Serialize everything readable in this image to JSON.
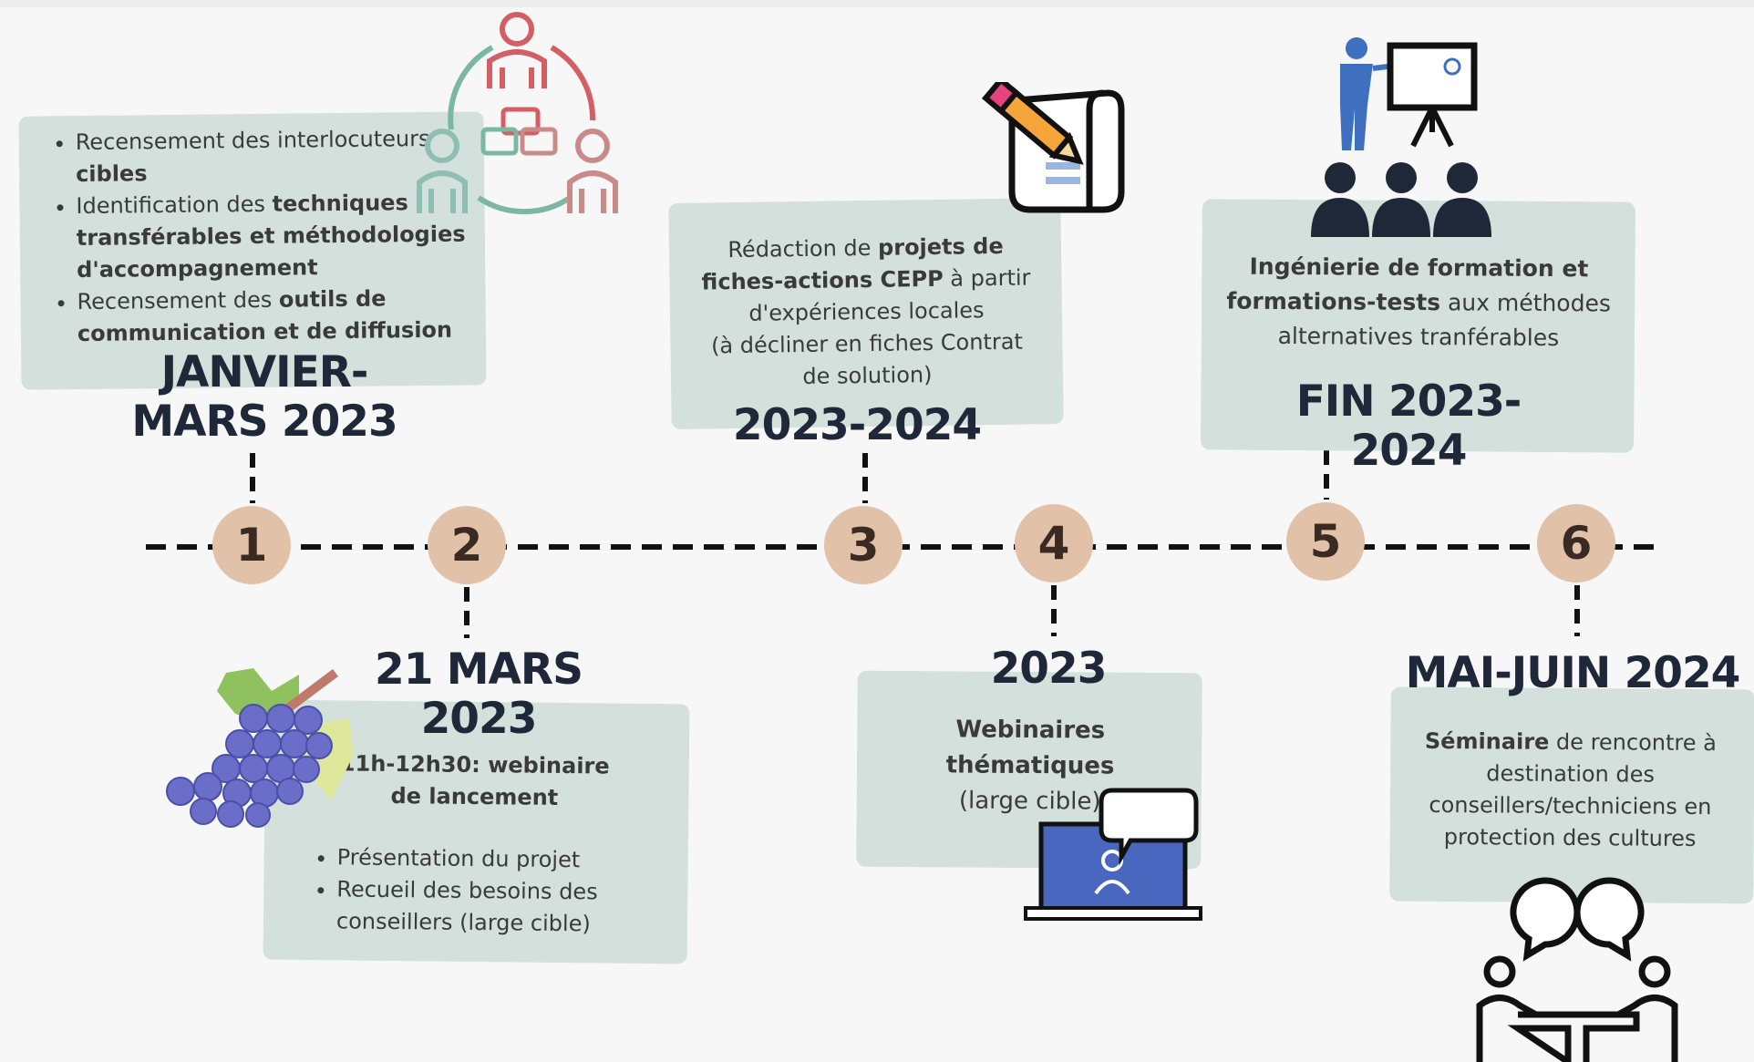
{
  "steps": [
    {
      "number": "1",
      "date_line1": "JANVIER-",
      "date_line2": "MARS 2023"
    },
    {
      "number": "2",
      "date_line1": "21 MARS",
      "date_line2": "2023"
    },
    {
      "number": "3",
      "date": "2023-2024"
    },
    {
      "number": "4",
      "date": "2023"
    },
    {
      "number": "5",
      "date_line1": "FIN 2023-",
      "date_line2": "2024"
    },
    {
      "number": "6",
      "date": "MAI-JUIN 2024"
    }
  ],
  "card1": {
    "b1_a": "Recensement des interlocuteurs",
    "b1_b": "cibles",
    "b2_a": "Identification des ",
    "b2_b": "techniques transférables et méthodologies d'accompagnement",
    "b3_a": "Recensement des ",
    "b3_b": "outils de communication et de diffusion"
  },
  "card2": {
    "subtitle": "11h-12h30: webinaire de lancement",
    "b1": "Présentation du projet",
    "b2": "Recueil des besoins des conseillers (large cible)"
  },
  "card3": {
    "t1": "Rédaction de ",
    "t2": "projets de fiches-actions CEPP",
    "t3": " à partir d'expériences locales",
    "t4": "(à décliner en fiches Contrat de solution)"
  },
  "card4": {
    "l1": "Webinaires thématiques",
    "l2": "(large cible)"
  },
  "card5": {
    "t1": "Ingénierie de formation et formations-tests",
    "t2": " aux méthodes alternatives tranférables"
  },
  "card6": {
    "t1": "Séminaire",
    "t2": " de rencontre à destination des conseillers/techniciens en protection des cultures"
  },
  "colors": {
    "card": "#d3e0db",
    "circle": "#e1c1a7",
    "dark": "#1f2838",
    "blue": "#4472c4"
  },
  "icons": [
    "people-network-icon",
    "grapes-icon",
    "pencil-document-icon",
    "laptop-chat-icon",
    "presentation-audience-icon",
    "meeting-discussion-icon"
  ]
}
